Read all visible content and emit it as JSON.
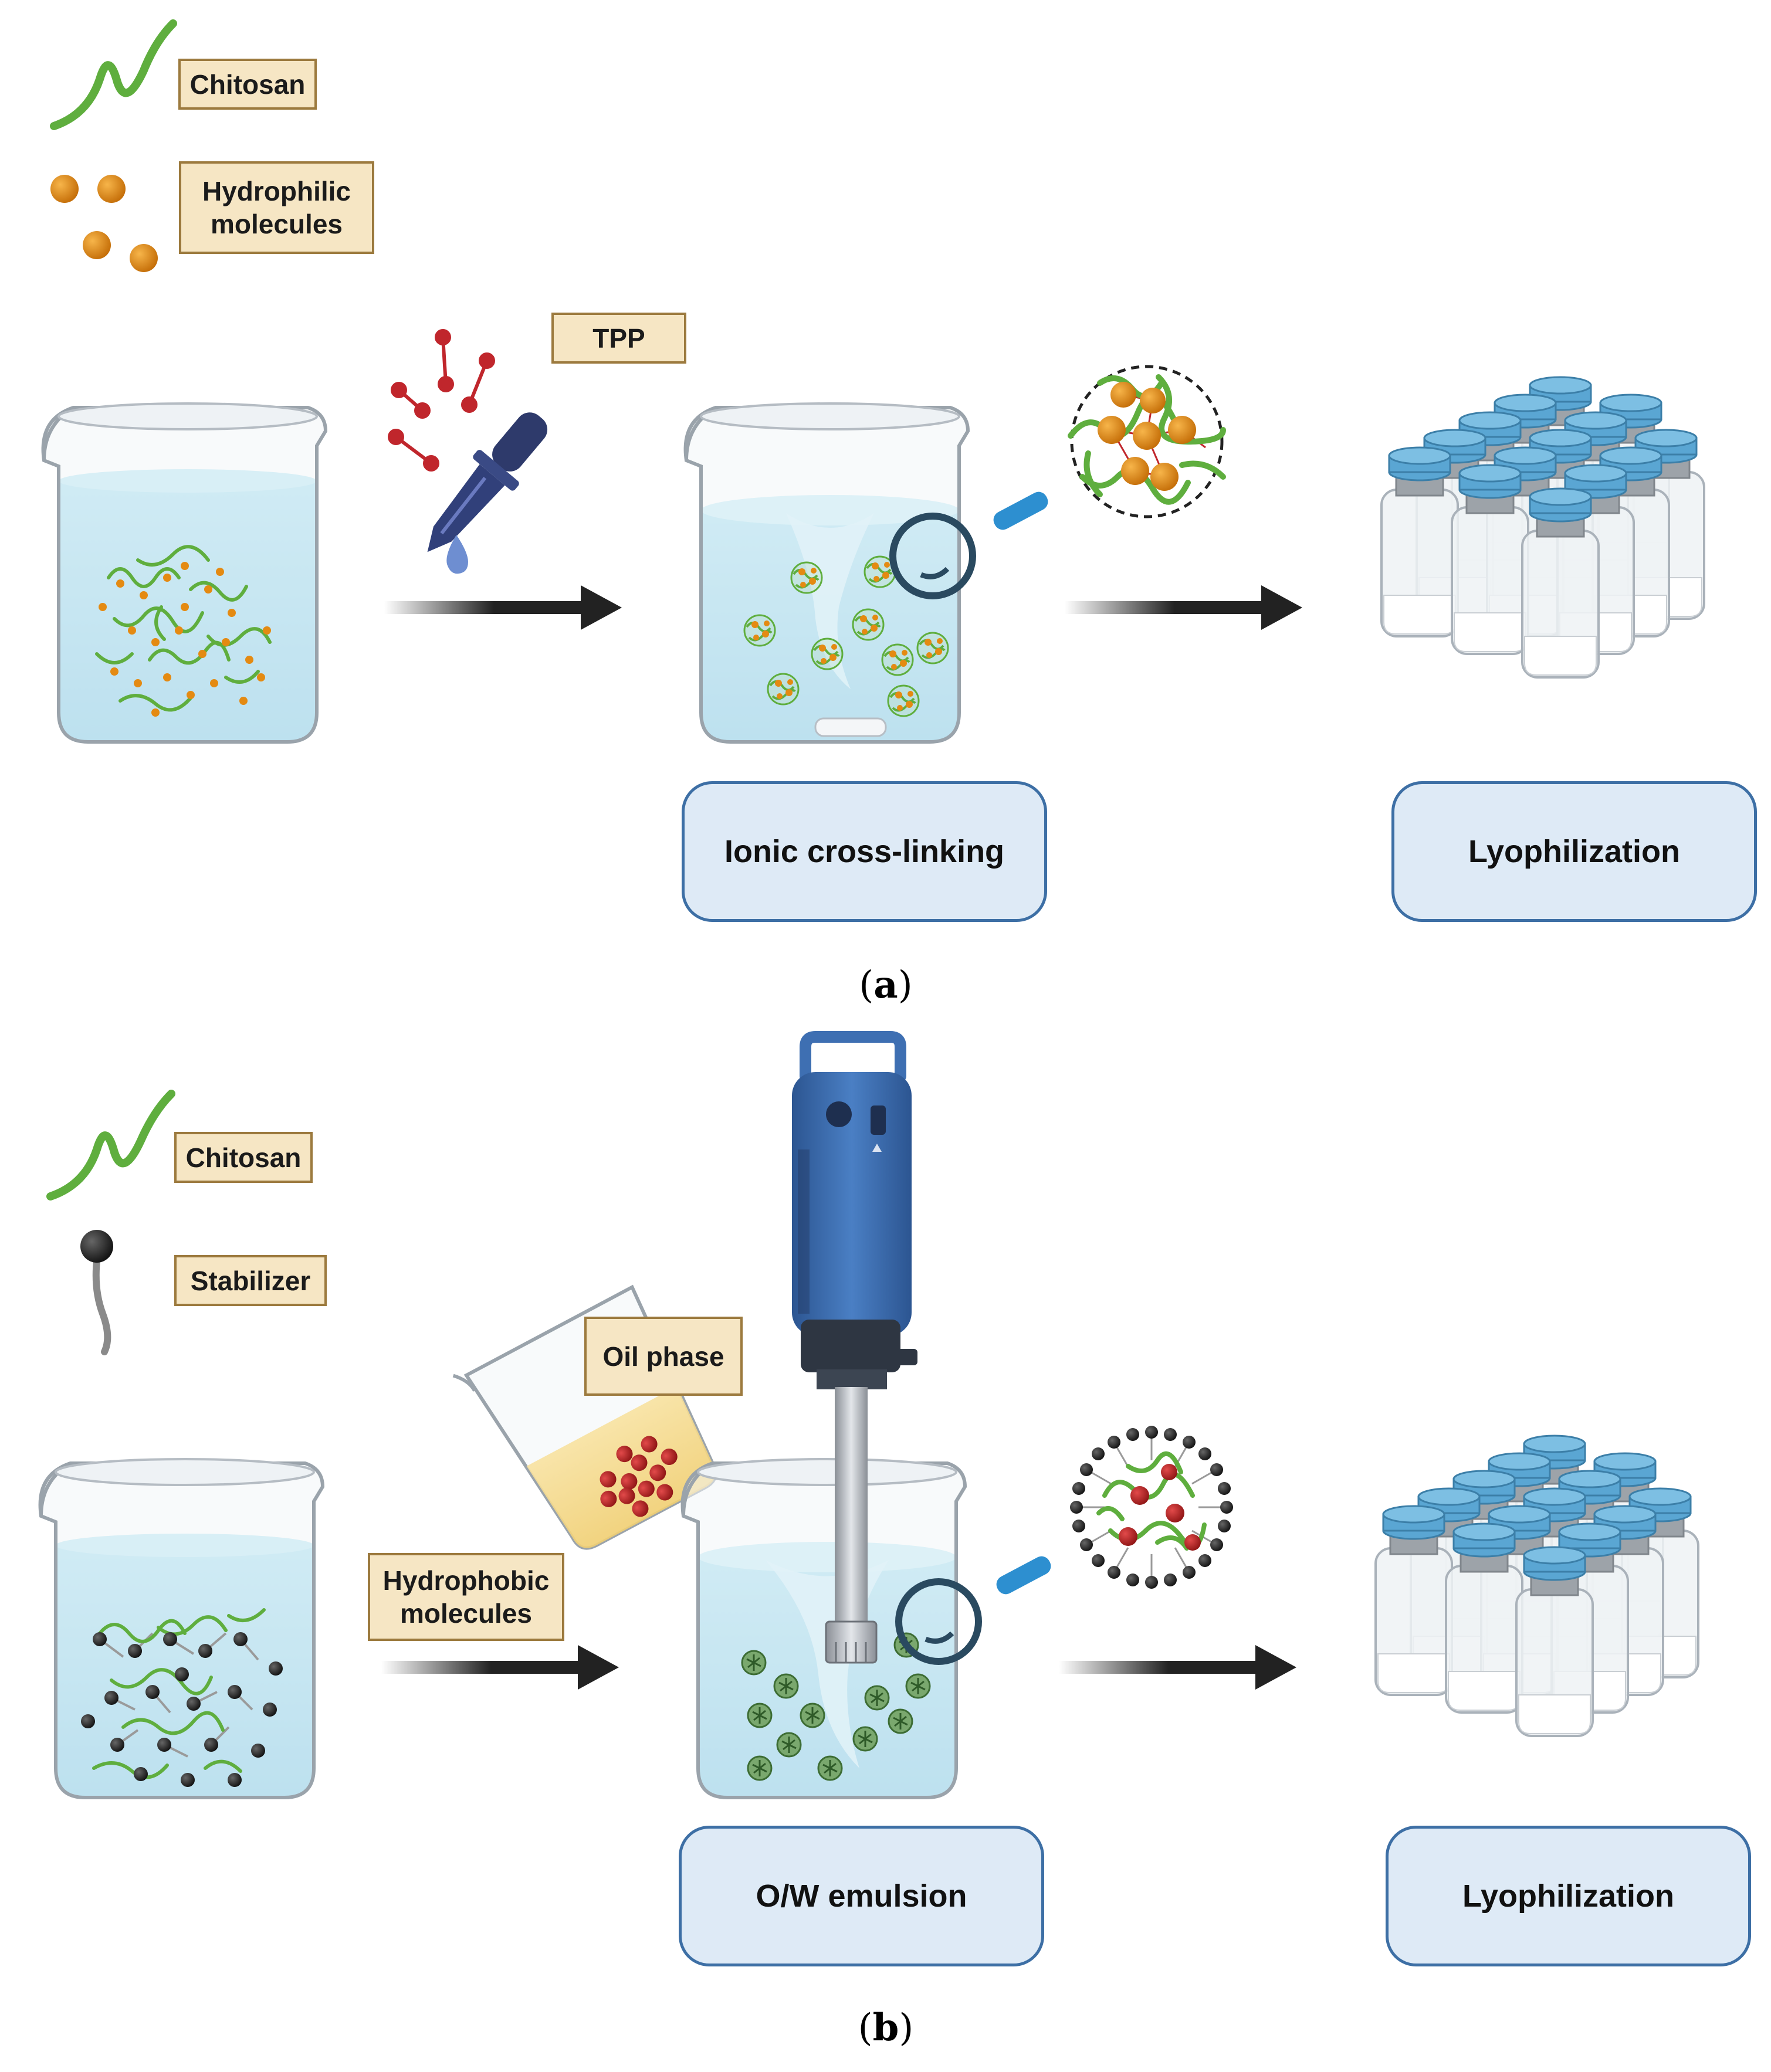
{
  "panel_a": {
    "legend": {
      "chitosan": "Chitosan",
      "molecules": "Hydrophilic molecules"
    },
    "reagent_label": "TPP",
    "step1_label": "Ionic cross-linking",
    "step2_label": "Lyophilization",
    "panel_id": "a"
  },
  "panel_b": {
    "legend": {
      "chitosan": "Chitosan",
      "stabilizer": "Stabilizer"
    },
    "oil_label": "Oil phase",
    "molecules_label": "Hydrophobic molecules",
    "step1_label": "O/W emulsion",
    "step2_label": "Lyophilization",
    "panel_id": "b"
  },
  "colors": {
    "chitosan": "#5fae3e",
    "hydrophilic": "#e48a12",
    "tpp": "#c0262c",
    "stabilizer_head": "#2d2d2d",
    "water": "#8ed1ea",
    "vial_cap": "#5aa6d3",
    "step_box": "#deeaf6",
    "tag_box": "#f6e6c4",
    "oil": "#f5d98a",
    "blender": "#3e6fb2"
  },
  "icons": [
    "chitosan-icon",
    "hydrophilic-molecule-icon",
    "stabilizer-icon",
    "beaker-icon",
    "dropper-icon",
    "tpp-molecule-icon",
    "magnifier-icon",
    "nanoparticle-icon",
    "vial-icon",
    "arrow-icon",
    "blender-icon",
    "oil-beaker-icon",
    "emulsion-droplet-icon"
  ]
}
